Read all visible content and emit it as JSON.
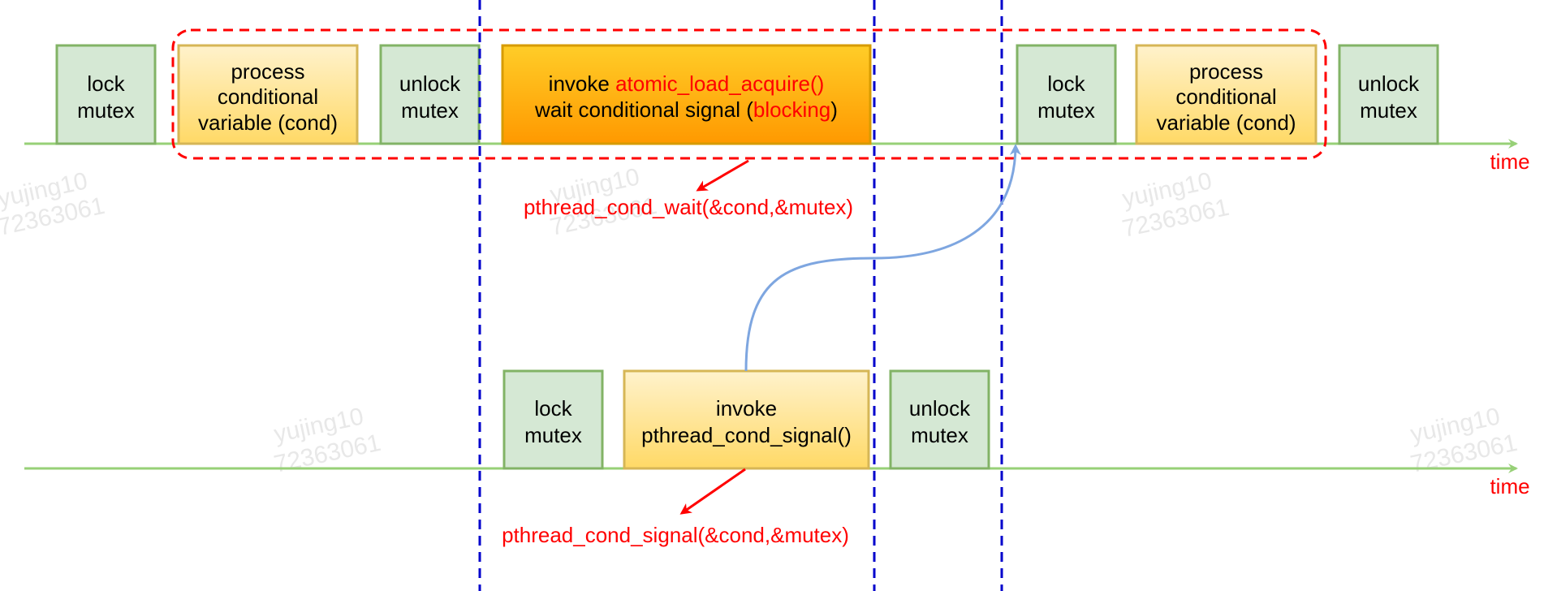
{
  "colors": {
    "timeline": "#97d077",
    "mutex_fill": "#d5e8d4",
    "mutex_stroke": "#82b366",
    "process_fill_top": "#fff2cc",
    "process_fill_bottom": "#ffd966",
    "process_stroke": "#d6b656",
    "wait_fill_top": "#ffcd28",
    "wait_fill_bottom": "#ff9900",
    "wait_stroke": "#d79b00",
    "red": "#ff0000",
    "phase_line": "#0000cc",
    "signal_curve": "#7ea6e0"
  },
  "top_thread": {
    "lock_box": [
      "lock",
      "mutex"
    ],
    "process_box": [
      "process",
      "conditional",
      "variable (cond)"
    ],
    "unlock_box": [
      "unlock",
      "mutex"
    ],
    "wait_box": {
      "line1_prefix": "invoke ",
      "line1_highlight": "atomic_load_acquire()",
      "line2_prefix": "wait conditional signal (",
      "line2_highlight": "blocking",
      "line2_suffix": ")"
    },
    "lock_box_2": [
      "lock",
      "mutex"
    ],
    "process_box_2": [
      "process",
      "conditional",
      "variable (cond)"
    ],
    "unlock_box_2": [
      "unlock",
      "mutex"
    ],
    "call_label": "pthread_cond_wait(&cond,&mutex)",
    "axis_label": "time"
  },
  "bottom_thread": {
    "lock_box": [
      "lock",
      "mutex"
    ],
    "signal_box": [
      "invoke",
      "pthread_cond_signal()"
    ],
    "unlock_box": [
      "unlock",
      "mutex"
    ],
    "call_label": "pthread_cond_signal(&cond,&mutex)",
    "axis_label": "time"
  },
  "watermarks": [
    "yujing10",
    "72363061"
  ]
}
